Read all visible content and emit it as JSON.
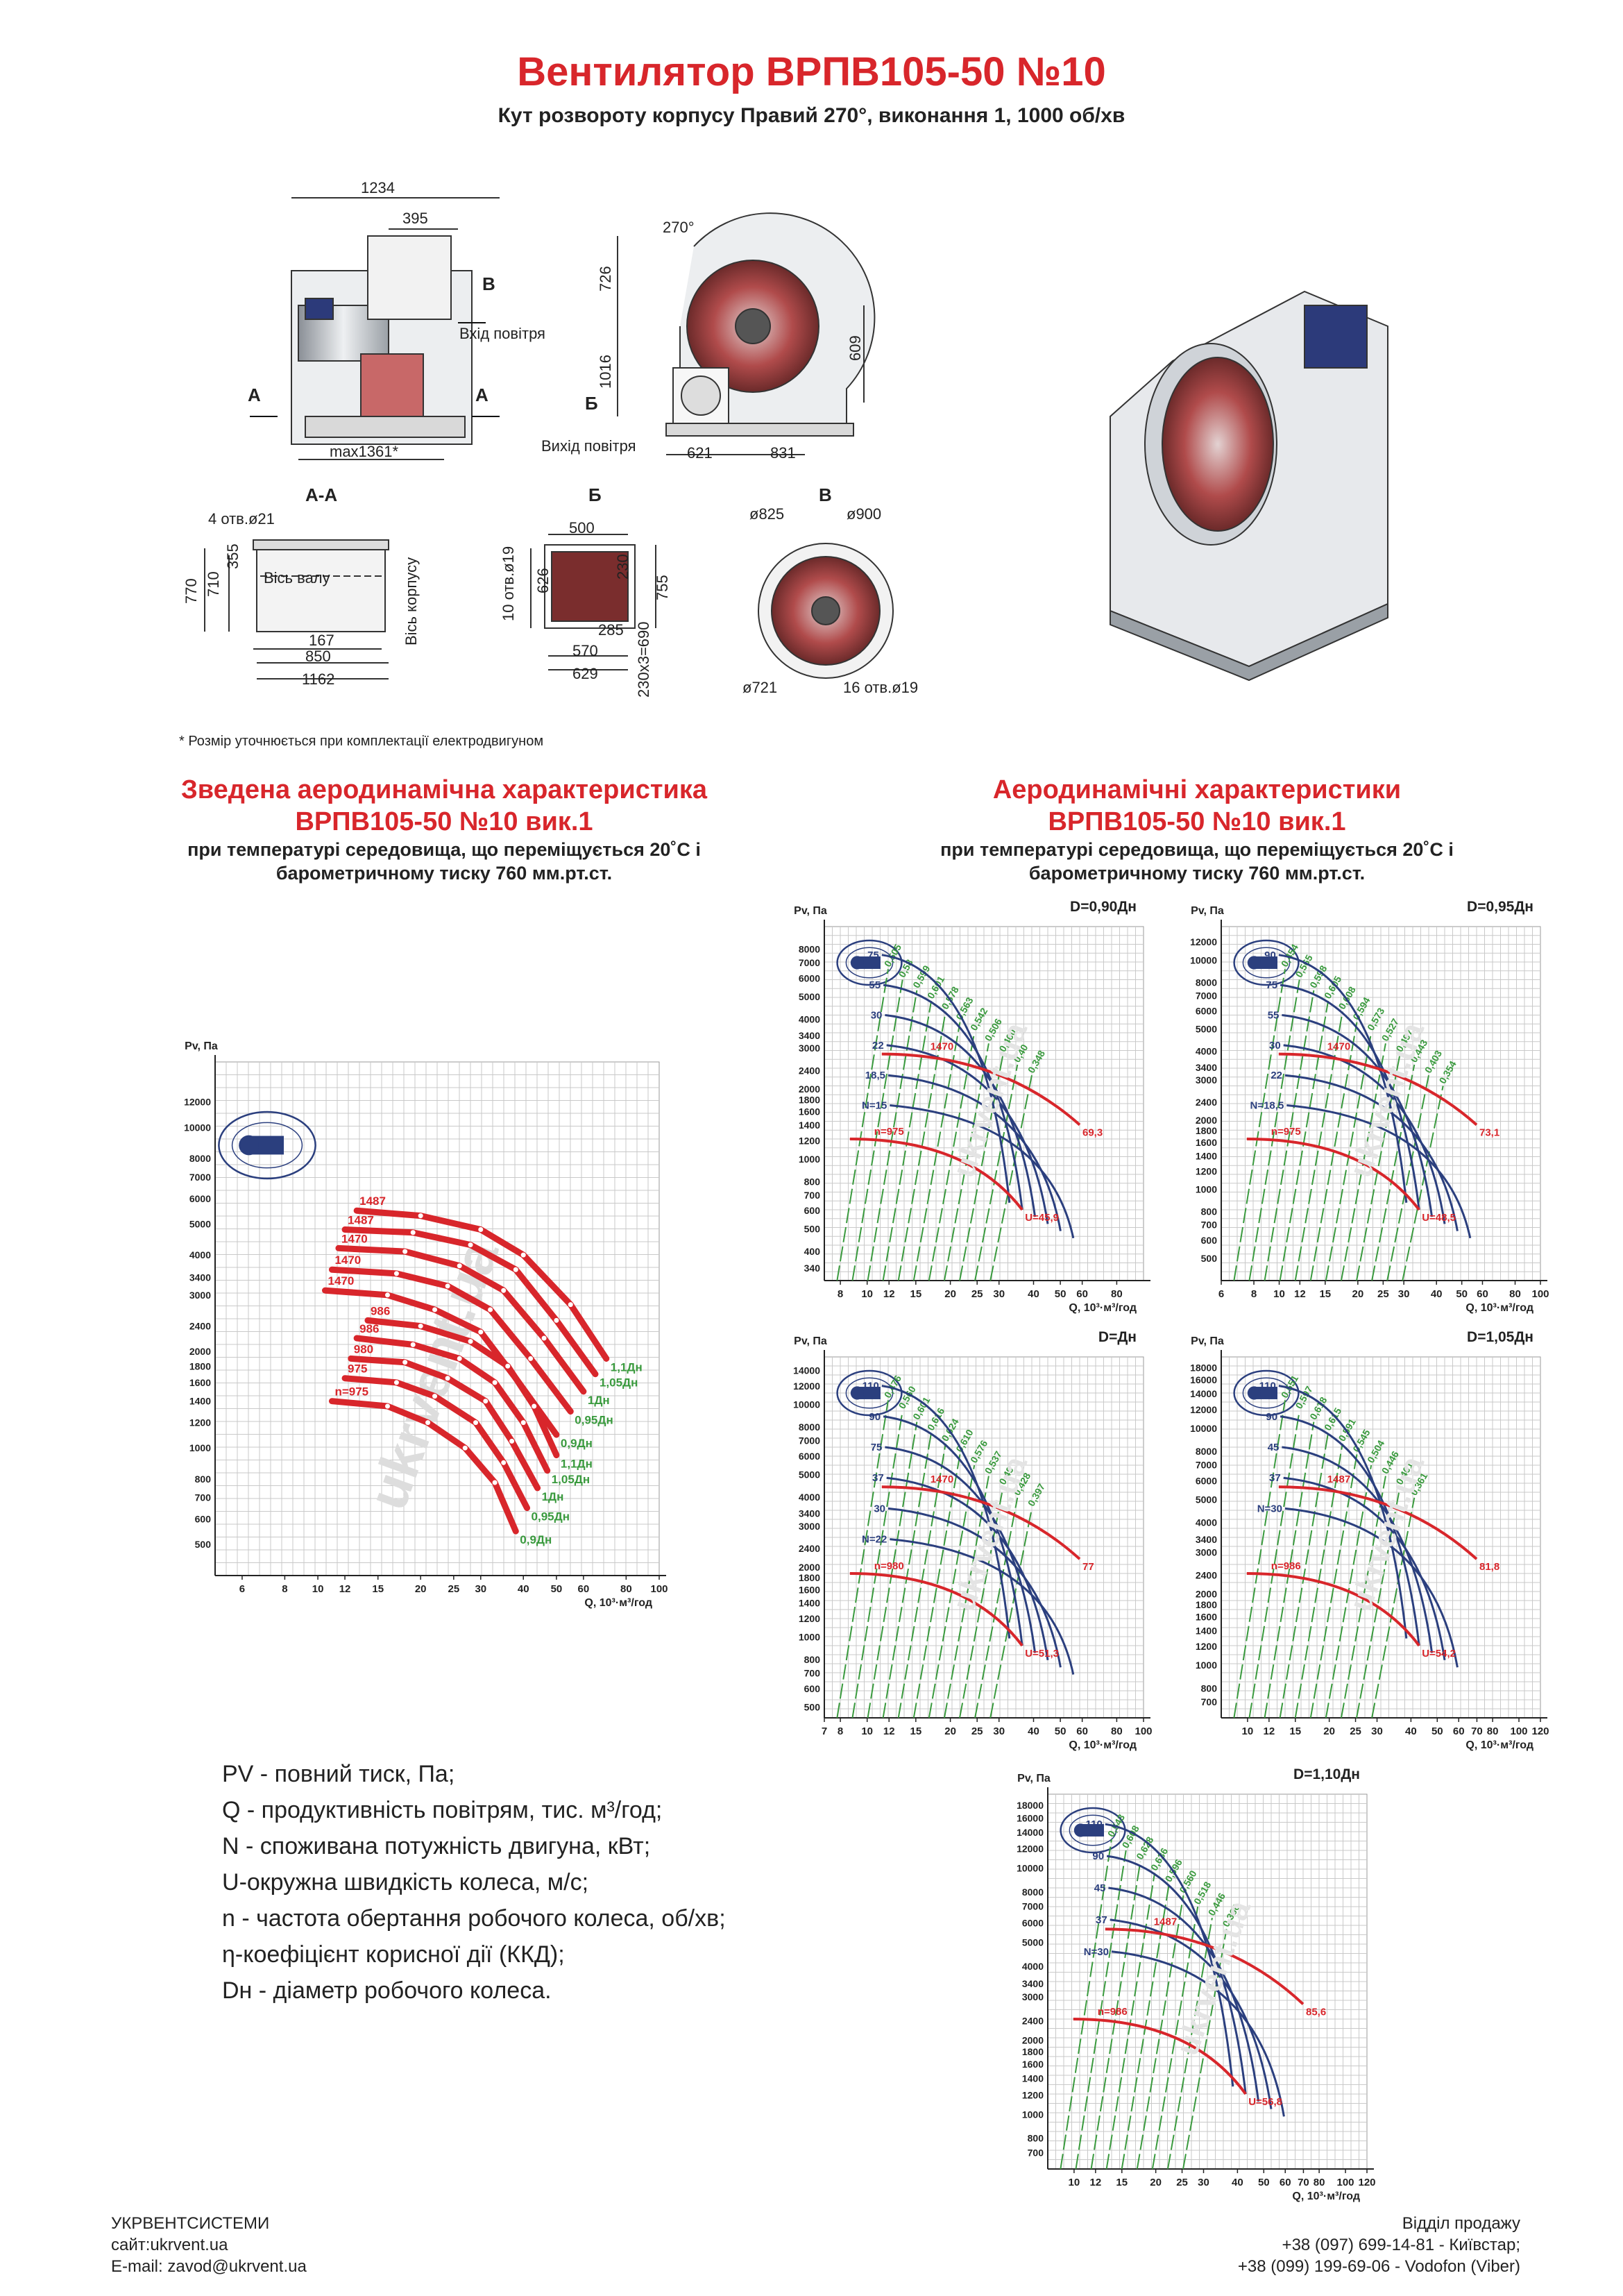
{
  "header": {
    "title": "Вентилятор ВРПВ105-50 №10",
    "subtitle": "Кут розвороту корпусу Правий 270°, виконання 1, 1000 об/хв"
  },
  "drawing": {
    "side": {
      "d1234": "1234",
      "d395": "395",
      "label_b": "В",
      "air_in": "Вхід повітря",
      "label_a1": "А",
      "label_a2": "А",
      "dmax": "max1361*"
    },
    "front": {
      "angle": "270°",
      "d726": "726",
      "d1016": "1016",
      "d609": "609",
      "label_b": "Б",
      "air_out": "Вихід повітря",
      "d621": "621",
      "d831": "831"
    },
    "aa": {
      "title": "А-А",
      "holes": "4 отв.ø21",
      "d770": "770",
      "d710": "710",
      "d355": "355",
      "shaft": "Вісь валу",
      "housing": "Вісь корпусу",
      "d167": "167",
      "d850": "850",
      "d1162": "1162"
    },
    "b": {
      "title": "Б",
      "d500": "500",
      "holes": "10 отв.ø19",
      "d626": "626",
      "d230": "230",
      "d755": "755",
      "d285": "285",
      "d570": "570",
      "d629": "629",
      "d230x3": "230x3=690"
    },
    "v": {
      "title": "В",
      "d825": "ø825",
      "d900": "ø900",
      "d721": "ø721",
      "holes": "16 отв.ø19"
    },
    "watermark": "ukrvent.ua",
    "note": "* Розмір уточнюється при комплектації електродвигуном"
  },
  "summary": {
    "title1": "Зведена аеродинамічна характеристика",
    "title2": "ВРПВ105-50 №10 вик.1",
    "sub1": "при температурі середовища, що переміщується 20˚С і",
    "sub2": "барометричному тиску 760 мм.рт.ст."
  },
  "detail": {
    "title1": "Аеродинамічні характеристики",
    "title2": "ВРПВ105-50 №10 вик.1",
    "sub1": "при температурі середовища, що переміщується 20˚С і",
    "sub2": "барометричному тиску 760 мм.рт.ст."
  },
  "colors": {
    "red": "#d8262b",
    "blue": "#2b3f7e",
    "green": "#3a9a3e",
    "grid": "#c9c9c9"
  },
  "chart_data": [
    {
      "id": "summary",
      "type": "line",
      "xlabel": "Q, 10³·м³/год",
      "ylabel": "Pv, Па",
      "xlim": [
        5,
        100
      ],
      "ylim": [
        400,
        16000
      ],
      "xscale": "log",
      "yscale": "log",
      "xticks": [
        "6",
        "8",
        "10",
        "12",
        "15",
        "20",
        "25",
        "30",
        "40",
        "50",
        "60",
        "80",
        "100"
      ],
      "yticks": [
        "12000",
        "10000",
        "8000",
        "7000",
        "6000",
        "5000",
        "4000",
        "3400",
        "3000",
        "2400",
        "2000",
        "1800",
        "1600",
        "1400",
        "1200",
        "1000",
        "800",
        "700",
        "600",
        "500"
      ],
      "series": [
        {
          "name": "1487",
          "end": "1,1Дн",
          "x": [
            13,
            20,
            30,
            40,
            55,
            70
          ],
          "y": [
            5500,
            5300,
            4800,
            4000,
            2800,
            1900
          ]
        },
        {
          "name": "1487",
          "end": "1,05Дн",
          "x": [
            12,
            19,
            28,
            38,
            50,
            65
          ],
          "y": [
            4800,
            4700,
            4300,
            3600,
            2500,
            1700
          ]
        },
        {
          "name": "1470",
          "end": "1Дн",
          "x": [
            11.5,
            18,
            26,
            35,
            46,
            60
          ],
          "y": [
            4200,
            4100,
            3700,
            3100,
            2200,
            1500
          ]
        },
        {
          "name": "1470",
          "end": "0,95Дн",
          "x": [
            11,
            17,
            24,
            32,
            42,
            55
          ],
          "y": [
            3600,
            3500,
            3200,
            2700,
            1900,
            1300
          ]
        },
        {
          "name": "1470",
          "end": "0,9Дн",
          "x": [
            10.5,
            16,
            22,
            30,
            38,
            50
          ],
          "y": [
            3100,
            3000,
            2700,
            2300,
            1650,
            1100
          ]
        },
        {
          "name": "986",
          "end": "1,1Дн",
          "x": [
            14,
            20,
            28,
            36,
            43,
            50
          ],
          "y": [
            2500,
            2400,
            2150,
            1800,
            1350,
            950
          ]
        },
        {
          "name": "986",
          "end": "1,05Дн",
          "x": [
            13,
            19,
            26,
            33,
            40,
            47
          ],
          "y": [
            2200,
            2100,
            1900,
            1600,
            1200,
            850
          ]
        },
        {
          "name": "980",
          "end": "1Дн",
          "x": [
            12.5,
            18,
            24,
            31,
            37,
            44
          ],
          "y": [
            1900,
            1850,
            1650,
            1400,
            1050,
            750
          ]
        },
        {
          "name": "975",
          "end": "0,95Дн",
          "x": [
            12,
            17,
            22,
            29,
            35,
            41
          ],
          "y": [
            1650,
            1600,
            1450,
            1200,
            900,
            650
          ]
        },
        {
          "name": "n=975",
          "end": "0,9Дн",
          "x": [
            11,
            16,
            21,
            27,
            33,
            38
          ],
          "y": [
            1400,
            1350,
            1200,
            1000,
            780,
            550
          ]
        }
      ]
    },
    {
      "id": "d090",
      "type": "line",
      "title": "D=0,90Дн",
      "xlabel": "Q, 10³·м³/год",
      "ylabel": "Pv, Па",
      "xlim": [
        7,
        100
      ],
      "ylim": [
        300,
        10000
      ],
      "xticks": [
        "8",
        "10",
        "12",
        "15",
        "20",
        "25",
        "30",
        "40",
        "50",
        "60",
        "80"
      ],
      "yticks": [
        "8000",
        "7000",
        "6000",
        "5000",
        "4000",
        "3400",
        "3000",
        "2400",
        "2000",
        "1800",
        "1600",
        "1400",
        "1200",
        "1000",
        "800",
        "700",
        "600",
        "500",
        "400",
        "340"
      ],
      "red": [
        {
          "label": "1470",
          "end": "69,3"
        },
        {
          "label": "n=975",
          "end": "U=45,9"
        }
      ],
      "blue": [
        "75",
        "55",
        "30",
        "22",
        "18,5",
        "N=15"
      ],
      "green": [
        "0,505",
        "0,58",
        "0,599",
        "0,601",
        "0,578",
        "0,563",
        "0,542",
        "0,506",
        "0,460",
        "0,40",
        "0,348"
      ]
    },
    {
      "id": "d095",
      "type": "line",
      "title": "D=0,95Дн",
      "xlabel": "Q, 10³·м³/год",
      "ylabel": "Pv, Па",
      "xlim": [
        6,
        100
      ],
      "ylim": [
        400,
        14000
      ],
      "xticks": [
        "6",
        "8",
        "10",
        "12",
        "15",
        "20",
        "25",
        "30",
        "40",
        "50",
        "60",
        "80",
        "100"
      ],
      "yticks": [
        "12000",
        "10000",
        "8000",
        "7000",
        "6000",
        "5000",
        "4000",
        "3400",
        "3000",
        "2400",
        "2000",
        "1800",
        "1600",
        "1400",
        "1200",
        "1000",
        "800",
        "700",
        "600",
        "500"
      ],
      "red": [
        {
          "label": "1470",
          "end": "73,1"
        },
        {
          "label": "n=975",
          "end": "U=48,5"
        }
      ],
      "blue": [
        "90",
        "75",
        "55",
        "30",
        "22",
        "N=18,5"
      ],
      "green": [
        "0,454",
        "0,565",
        "0,598",
        "0,605",
        "0,608",
        "0,594",
        "0,573",
        "0,527",
        "0,497",
        "0,443",
        "0,403",
        "0,354"
      ]
    },
    {
      "id": "d100",
      "type": "line",
      "title": "D=Дн",
      "xlabel": "Q, 10³·м³/год",
      "ylabel": "Pv, Па",
      "xlim": [
        7,
        100
      ],
      "ylim": [
        450,
        16000
      ],
      "xticks": [
        "7",
        "8",
        "10",
        "12",
        "15",
        "20",
        "25",
        "30",
        "40",
        "50",
        "60",
        "80",
        "100"
      ],
      "yticks": [
        "14000",
        "12000",
        "10000",
        "8000",
        "7000",
        "6000",
        "5000",
        "4000",
        "3400",
        "3000",
        "2400",
        "2000",
        "1800",
        "1600",
        "1400",
        "1200",
        "1000",
        "800",
        "700",
        "600",
        "500"
      ],
      "red": [
        {
          "label": "1470",
          "end": "77"
        },
        {
          "label": "n=980",
          "end": "U=51,3"
        }
      ],
      "blue": [
        "110",
        "90",
        "75",
        "37",
        "30",
        "N=22"
      ],
      "green": [
        "0,476",
        "0,560",
        "0,601",
        "0,616",
        "0,624",
        "0,610",
        "0,576",
        "0,537",
        "0,49",
        "0,428",
        "0,397"
      ]
    },
    {
      "id": "d105",
      "type": "line",
      "title": "D=1,05Дн",
      "xlabel": "Q, 10³·м³/год",
      "ylabel": "Pv, Па",
      "xlim": [
        8,
        120
      ],
      "ylim": [
        600,
        20000
      ],
      "xticks": [
        "10",
        "12",
        "15",
        "20",
        "25",
        "30",
        "40",
        "50",
        "60",
        "70",
        "80",
        "100",
        "120"
      ],
      "yticks": [
        "18000",
        "16000",
        "14000",
        "12000",
        "10000",
        "8000",
        "7000",
        "6000",
        "5000",
        "4000",
        "3400",
        "3000",
        "2400",
        "2000",
        "1800",
        "1600",
        "1400",
        "1200",
        "1000",
        "800",
        "700"
      ],
      "red": [
        {
          "label": "1487",
          "end": "81,8"
        },
        {
          "label": "n=986",
          "end": "U=54,2"
        }
      ],
      "blue": [
        "110",
        "90",
        "45",
        "37",
        "N=30"
      ],
      "green": [
        "0,551",
        "0,597",
        "0,618",
        "0,615",
        "0,591",
        "0,545",
        "0,504",
        "0,446",
        "0,401",
        "0,361"
      ]
    },
    {
      "id": "d110",
      "type": "line",
      "title": "D=1,10Дн",
      "xlabel": "Q, 10³·м³/год",
      "ylabel": "Pv, Па",
      "xlim": [
        8,
        120
      ],
      "ylim": [
        600,
        20000
      ],
      "xticks": [
        "10",
        "12",
        "15",
        "20",
        "25",
        "30",
        "40",
        "50",
        "60",
        "70",
        "80",
        "100",
        "120"
      ],
      "yticks": [
        "18000",
        "16000",
        "14000",
        "12000",
        "10000",
        "8000",
        "7000",
        "6000",
        "5000",
        "4000",
        "3400",
        "3000",
        "2400",
        "2000",
        "1800",
        "1600",
        "1400",
        "1200",
        "1000",
        "800",
        "700"
      ],
      "red": [
        {
          "label": "1487",
          "end": "85,6"
        },
        {
          "label": "n=986",
          "end": "U=56,8"
        }
      ],
      "blue": [
        "110",
        "90",
        "45",
        "37",
        "N=30"
      ],
      "green": [
        "0,543",
        "0,608",
        "0,628",
        "0,636",
        "0,596",
        "0,560",
        "0,518",
        "0,446",
        "0,366"
      ]
    }
  ],
  "legend": [
    {
      "sym": "PV",
      "text": " - повний тиск, Па;"
    },
    {
      "sym": "Q",
      "text": " - продуктивність повітрям, тис. м³/год;"
    },
    {
      "sym": "N",
      "text": " - споживана потужність двигуна, кВт;"
    },
    {
      "sym": "U",
      "text": "-окружна швидкість колеса, м/с;"
    },
    {
      "sym": "n",
      "text": " - частота обертання робочого колеса, об/хв;"
    },
    {
      "sym": "η",
      "text": "-коефіцієнт корисної дії (ККД);"
    },
    {
      "sym": "Dн",
      "text": " - діаметр робочого колеса."
    }
  ],
  "footer": {
    "company": "УКРВЕНТСИСТЕМИ",
    "site": "сайт:ukrvent.ua",
    "email": "E-mail: zavod@ukrvent.ua",
    "sales": "Відділ продажу",
    "phone1": "+38 (097) 699-14-81 - Київстар;",
    "phone2": "+38 (099) 199-69-06 - Vodofon (Viber)"
  }
}
